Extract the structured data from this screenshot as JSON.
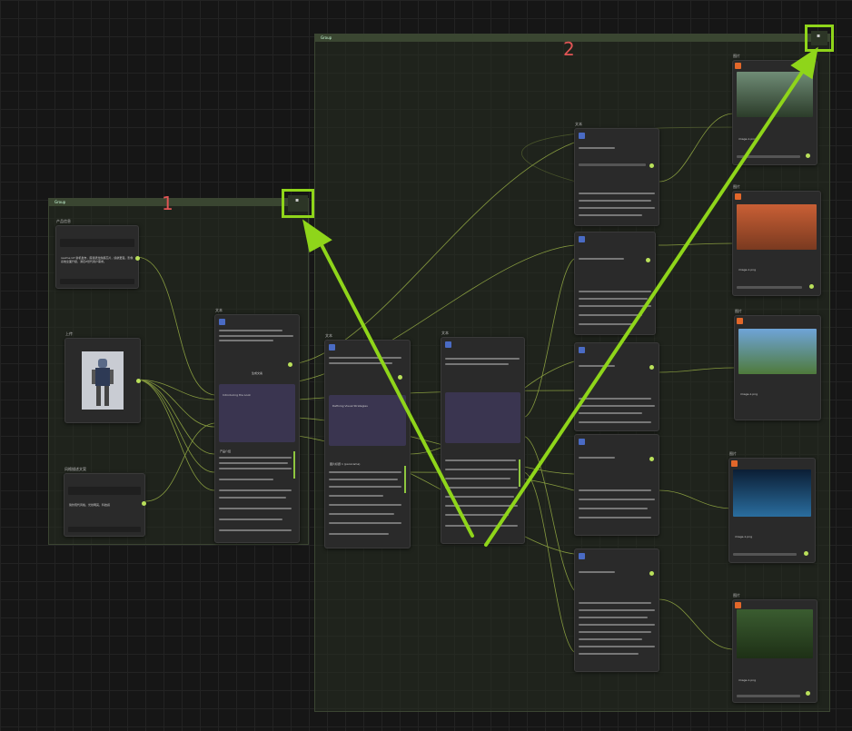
{
  "groups": {
    "g1_title": "Group",
    "g2_title": "Group"
  },
  "markers": {
    "m1": "1",
    "m2": "2"
  },
  "nodes": {
    "product_info_title": "产品信息",
    "product_info_text": "realme GT 新机发布，搭载骁龙旗舰芯片，续航更强，影像系统全面升级，满足Z世代用户需求。",
    "upload_title": "上传",
    "style_title": "风格描述文案",
    "style_text": "简约现代风格，光线明亮，科技感",
    "text_node_title": "文本",
    "image_node_title": "图片",
    "image_file": "image-1.png",
    "generate_label": "生成文案",
    "product_intro_label": "产品介绍",
    "detail_heading": "图片标题 1 (panorama)",
    "intro_en_1": "Introducing the Look",
    "intro_en_2": "Defining Visual Strategies"
  },
  "colors": {
    "accent": "#8fd51a",
    "marker": "#e05555",
    "connection": "#a8c24a",
    "node_bg": "#2a2a2a",
    "prompt_bg": "#3a3550",
    "port": "#b9e05a"
  },
  "icons": {
    "collapse": "collapse-icon",
    "arrow": "arrow-icon"
  }
}
